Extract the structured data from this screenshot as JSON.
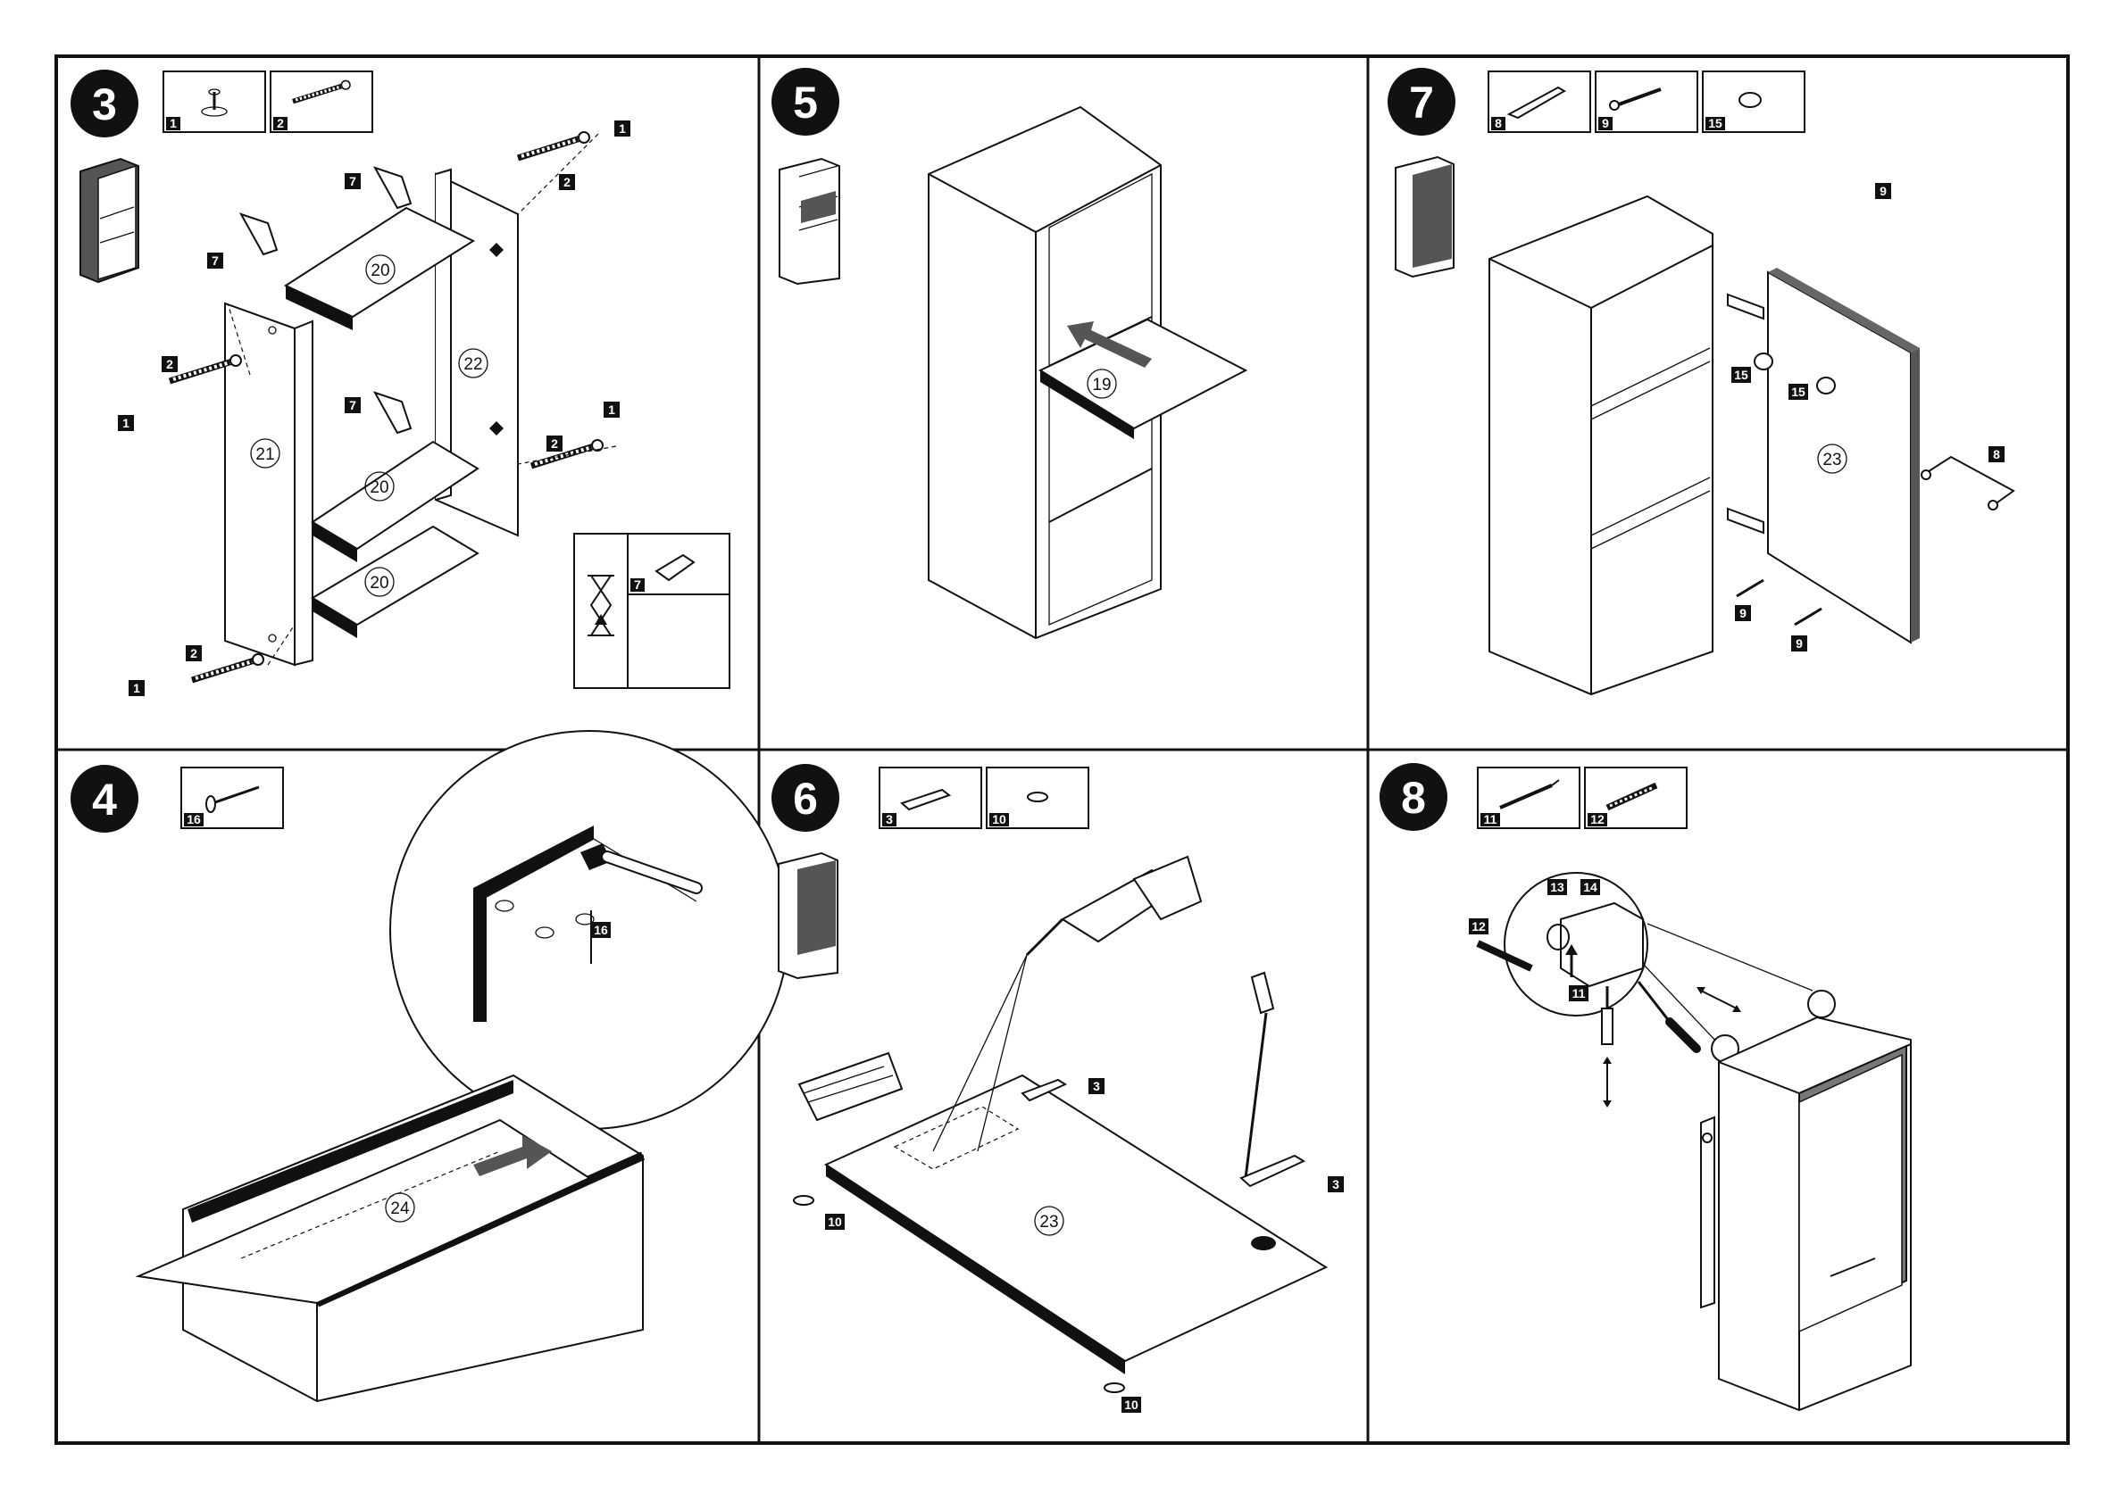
{
  "steps": [
    {
      "number": "3",
      "parts": [
        {
          "label": "1"
        },
        {
          "label": "2"
        }
      ]
    },
    {
      "number": "5",
      "parts": []
    },
    {
      "number": "7",
      "parts": [
        {
          "label": "8"
        },
        {
          "label": "9"
        },
        {
          "label": "15"
        }
      ]
    },
    {
      "number": "4",
      "parts": [
        {
          "label": "16"
        }
      ]
    },
    {
      "number": "6",
      "parts": [
        {
          "label": "3"
        },
        {
          "label": "10"
        }
      ]
    },
    {
      "number": "8",
      "parts": [
        {
          "label": "11"
        },
        {
          "label": "12"
        }
      ]
    }
  ],
  "callouts": {
    "s3": {
      "p20a": "20",
      "p20b": "20",
      "p20c": "20",
      "p21": "21",
      "p22": "22",
      "l7a": "7",
      "l7b": "7",
      "l7c": "7",
      "l7d": "7",
      "l2a": "2",
      "l2b": "2",
      "l2c": "2",
      "l2d": "2",
      "l1a": "1",
      "l1b": "1",
      "l1c": "1",
      "l1d": "1"
    },
    "s5": {
      "p19": "19"
    },
    "s7": {
      "p23": "23",
      "l9top": "9",
      "l15a": "15",
      "l15b": "15",
      "l8": "8",
      "l9a": "9",
      "l9b": "9"
    },
    "s4": {
      "p24": "24",
      "l16": "16"
    },
    "s6": {
      "p23": "23",
      "l3a": "3",
      "l3b": "3",
      "l10a": "10",
      "l10b": "10"
    },
    "s8": {
      "l12": "12",
      "l13": "13",
      "l14": "14",
      "l11": "11"
    }
  }
}
